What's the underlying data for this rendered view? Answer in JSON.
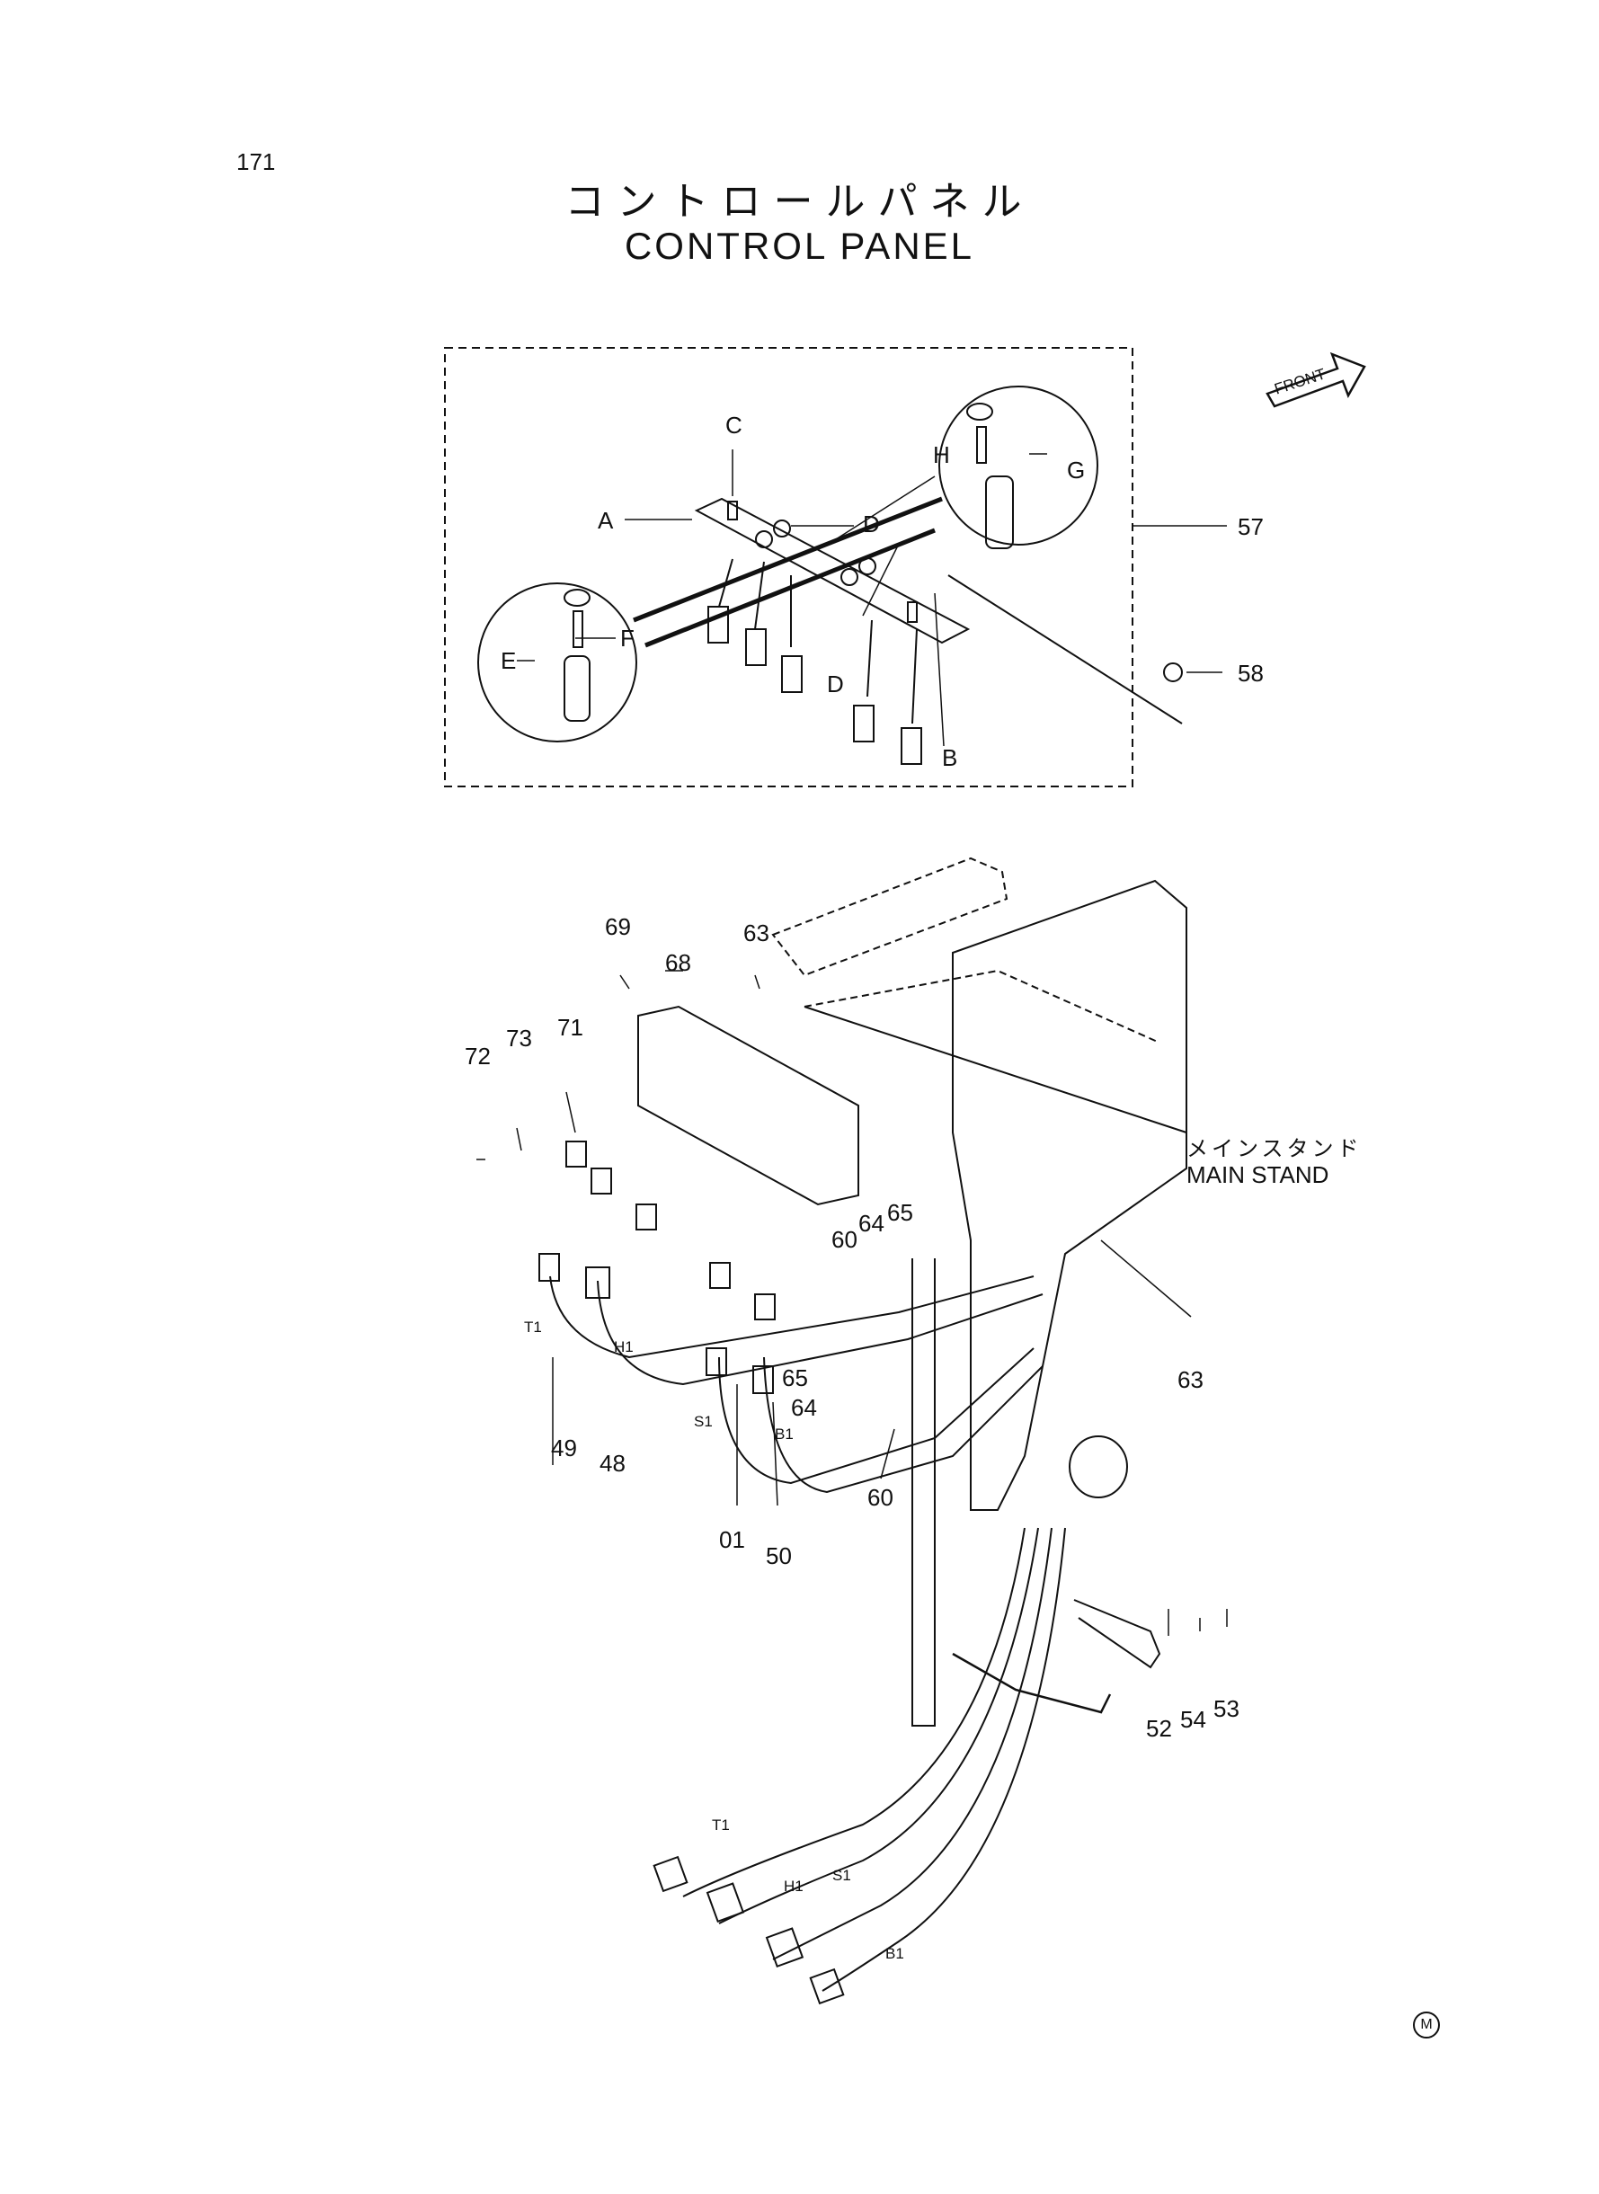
{
  "page_number": "171",
  "title_jp": "コントロールパネル",
  "title_en": "CONTROL PANEL",
  "front_label": "FRONT",
  "main_stand_jp": "メインスタンド",
  "main_stand_en": "MAIN STAND",
  "mark": "M",
  "callouts": {
    "A": "A",
    "B": "B",
    "C": "C",
    "D1": "D",
    "D2": "D",
    "E": "E",
    "F": "F",
    "G": "G",
    "H": "H",
    "p57": "57",
    "p58": "58",
    "p69": "69",
    "p68": "68",
    "p63a": "63",
    "p71": "71",
    "p73": "73",
    "p72": "72",
    "p60a": "60",
    "p64a": "64",
    "p65a": "65",
    "p63b": "63",
    "p65b": "65",
    "p64b": "64",
    "p60b": "60",
    "p49": "49",
    "p48": "48",
    "p01": "01",
    "p50": "50",
    "p52": "52",
    "p54": "54",
    "p53": "53"
  },
  "wire_tags": {
    "T1a": "T1",
    "H1a": "H1",
    "S1a": "S1",
    "B1a": "B1",
    "T1b": "T1",
    "H1b": "H1",
    "S1b": "S1",
    "B1b": "B1"
  }
}
